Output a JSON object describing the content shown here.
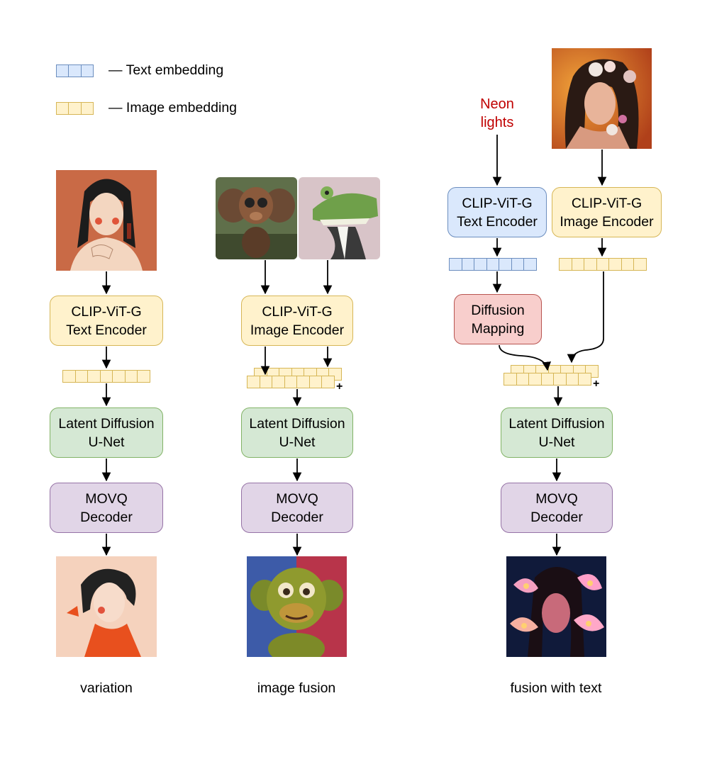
{
  "legend": {
    "text_embedding_label": "— Text embedding",
    "image_embedding_label": "— Image embedding"
  },
  "columns": {
    "variation": {
      "encoder_line1": "CLIP-ViT-G",
      "encoder_line2": "Text Encoder",
      "unet_line1": "Latent Diffusion",
      "unet_line2": "U-Net",
      "decoder_line1": "MOVQ",
      "decoder_line2": "Decoder",
      "caption": "variation"
    },
    "image_fusion": {
      "encoder_line1": "CLIP-ViT-G",
      "encoder_line2": "Image Encoder",
      "plus": "+",
      "unet_line1": "Latent Diffusion",
      "unet_line2": "U-Net",
      "decoder_line1": "MOVQ",
      "decoder_line2": "Decoder",
      "caption": "image fusion"
    },
    "fusion_with_text": {
      "prompt_line1": "Neon",
      "prompt_line2": "lights",
      "text_encoder_line1": "CLIP-ViT-G",
      "text_encoder_line2": "Text Encoder",
      "image_encoder_line1": "CLIP-ViT-G",
      "image_encoder_line2": "Image Encoder",
      "mapping_line1": "Diffusion",
      "mapping_line2": "Mapping",
      "plus": "+",
      "unet_line1": "Latent Diffusion",
      "unet_line2": "U-Net",
      "decoder_line1": "MOVQ",
      "decoder_line2": "Decoder",
      "caption": "fusion with text"
    }
  },
  "colors": {
    "yellow_fill": "#fff2cc",
    "yellow_stroke": "#d6b656",
    "blue_fill": "#dae8fc",
    "blue_stroke": "#6c8ebf",
    "green_fill": "#d5e8d4",
    "green_stroke": "#82b366",
    "purple_fill": "#e1d5e7",
    "purple_stroke": "#9673a6",
    "red_fill": "#f8cecc",
    "red_stroke": "#b85450",
    "prompt_text": "#c00000"
  }
}
